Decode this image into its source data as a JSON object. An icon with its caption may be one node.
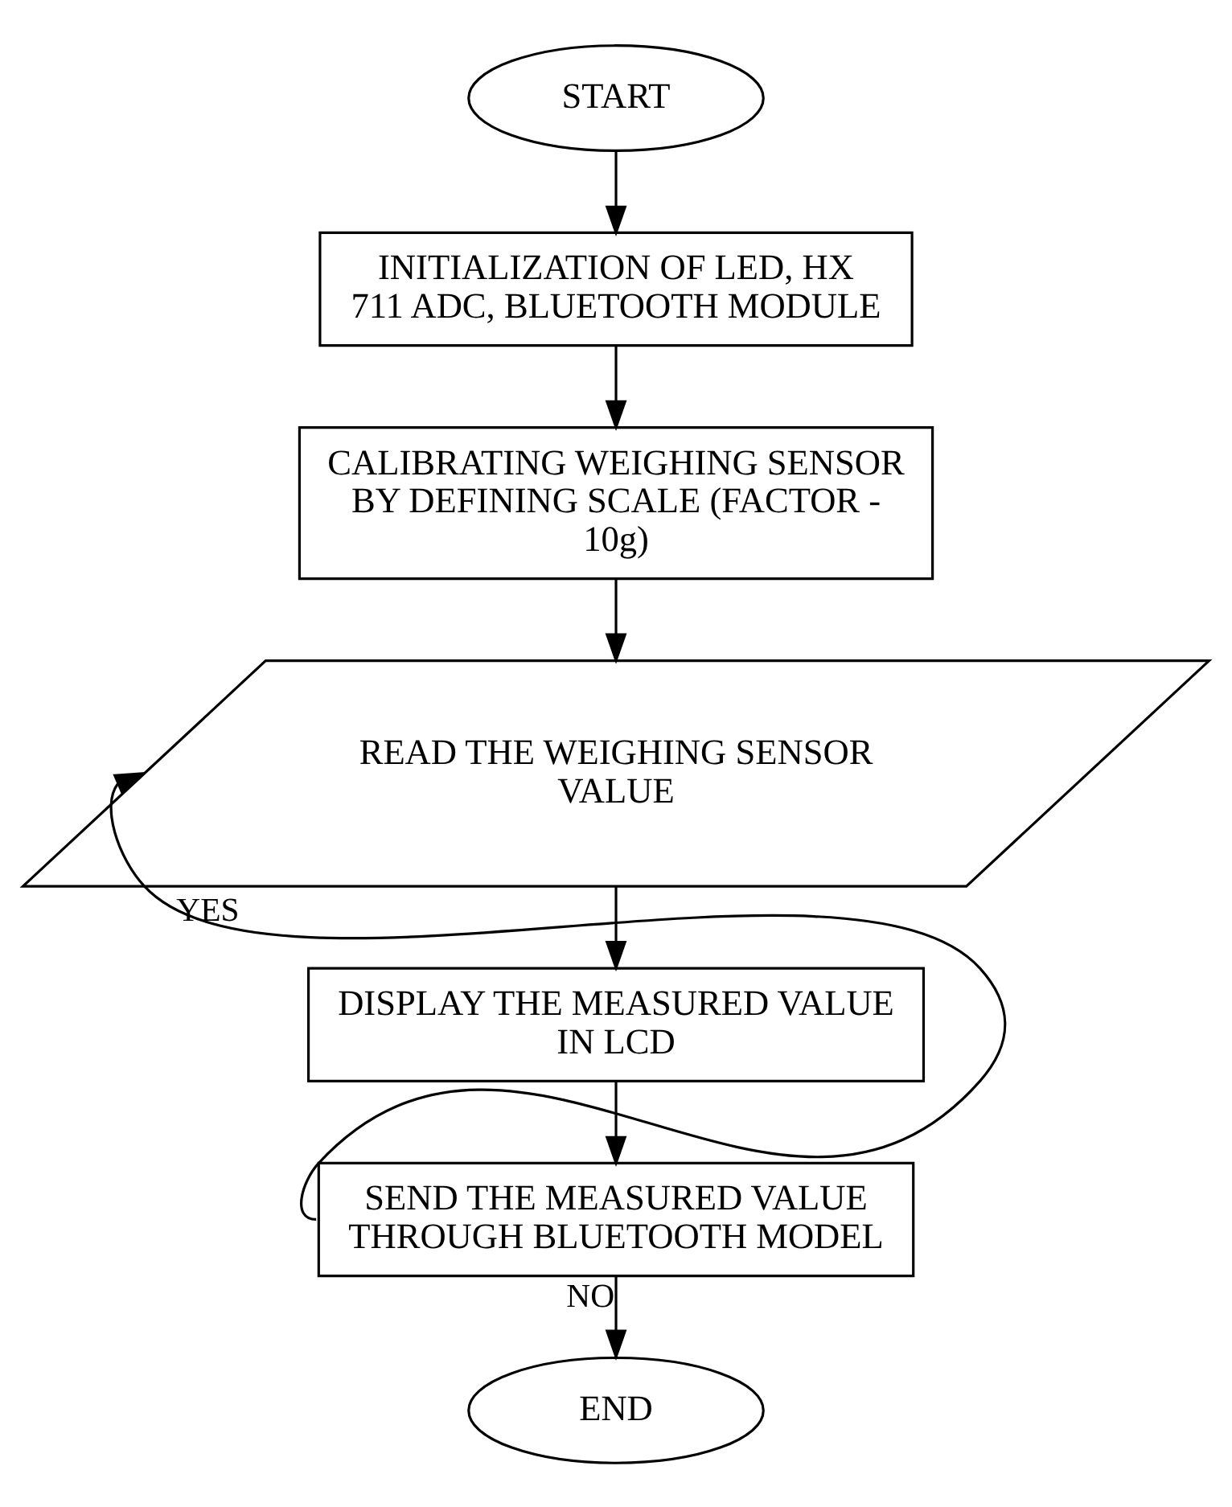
{
  "diagram": {
    "nodes": [
      {
        "text": [
          "START"
        ]
      },
      {
        "text": [
          "INITIALIZATION OF LED, HX 711 ADC, BLUETOOTH MODULE"
        ]
      },
      {
        "text": [
          "CALIBRATING WEIGHING SENSOR BY DEFINING SCALE (FACTOR - 10g)"
        ]
      },
      {
        "text": [
          "READ THE WEIGHING SENSOR VALUE"
        ]
      },
      {
        "text": [
          "DISPLAY THE MEASURED VALUE IN LCD"
        ]
      },
      {
        "text": [
          "SEND THE MEASURED VALUE THROUGH BLUETOOTH MODEL"
        ]
      },
      {
        "text": [
          "END"
        ]
      }
    ],
    "edges": [
      {
        "from": 0,
        "to": 1,
        "arrow": "to"
      },
      {
        "from": 1,
        "to": 2,
        "arrow": "to"
      },
      {
        "from": 2,
        "to": 3,
        "arrow": "to"
      },
      {
        "from": 3,
        "to": 4,
        "arrow": "to"
      },
      {
        "from": 4,
        "to": 5,
        "arrow": "to"
      },
      {
        "from": 5,
        "to": 3,
        "arrow": "to",
        "label": "YES"
      },
      {
        "from": 5,
        "to": 6,
        "arrow": "to",
        "label": "NO"
      }
    ]
  }
}
